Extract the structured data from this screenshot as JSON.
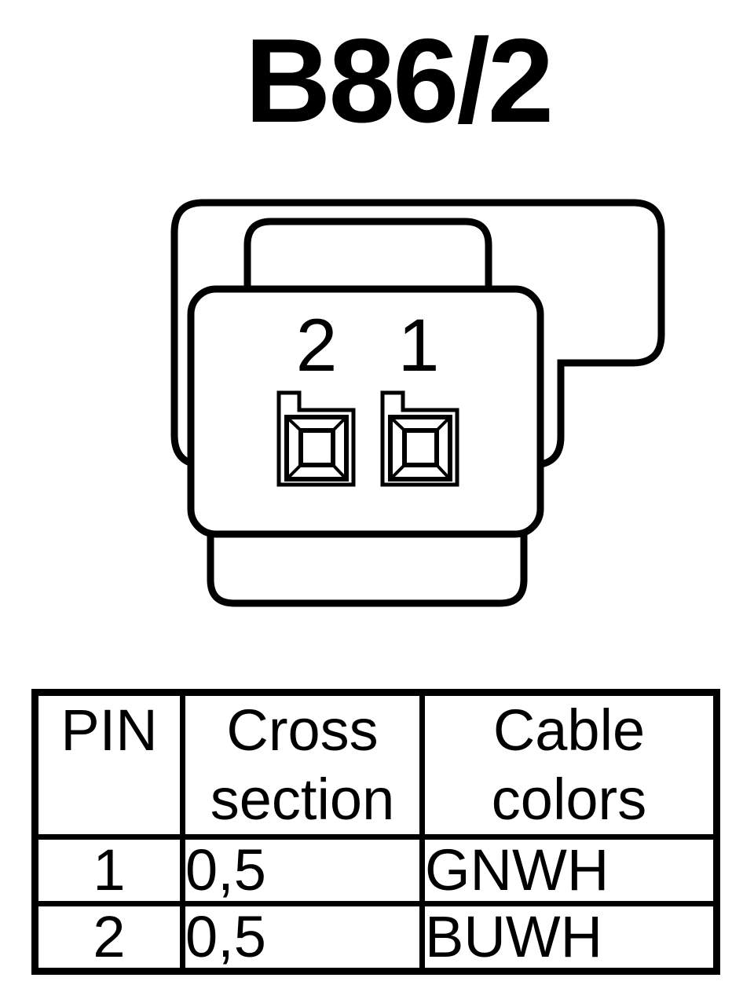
{
  "title": "B86/2",
  "colors": {
    "line": "#000000",
    "background": "#ffffff"
  },
  "connector": {
    "pin_labels": [
      "2",
      "1"
    ]
  },
  "table": {
    "headers": [
      "PIN",
      "Cross section",
      "Cable colors"
    ],
    "rows": [
      [
        "1",
        "0,5",
        "GNWH"
      ],
      [
        "2",
        "0,5",
        "BUWH"
      ]
    ]
  }
}
